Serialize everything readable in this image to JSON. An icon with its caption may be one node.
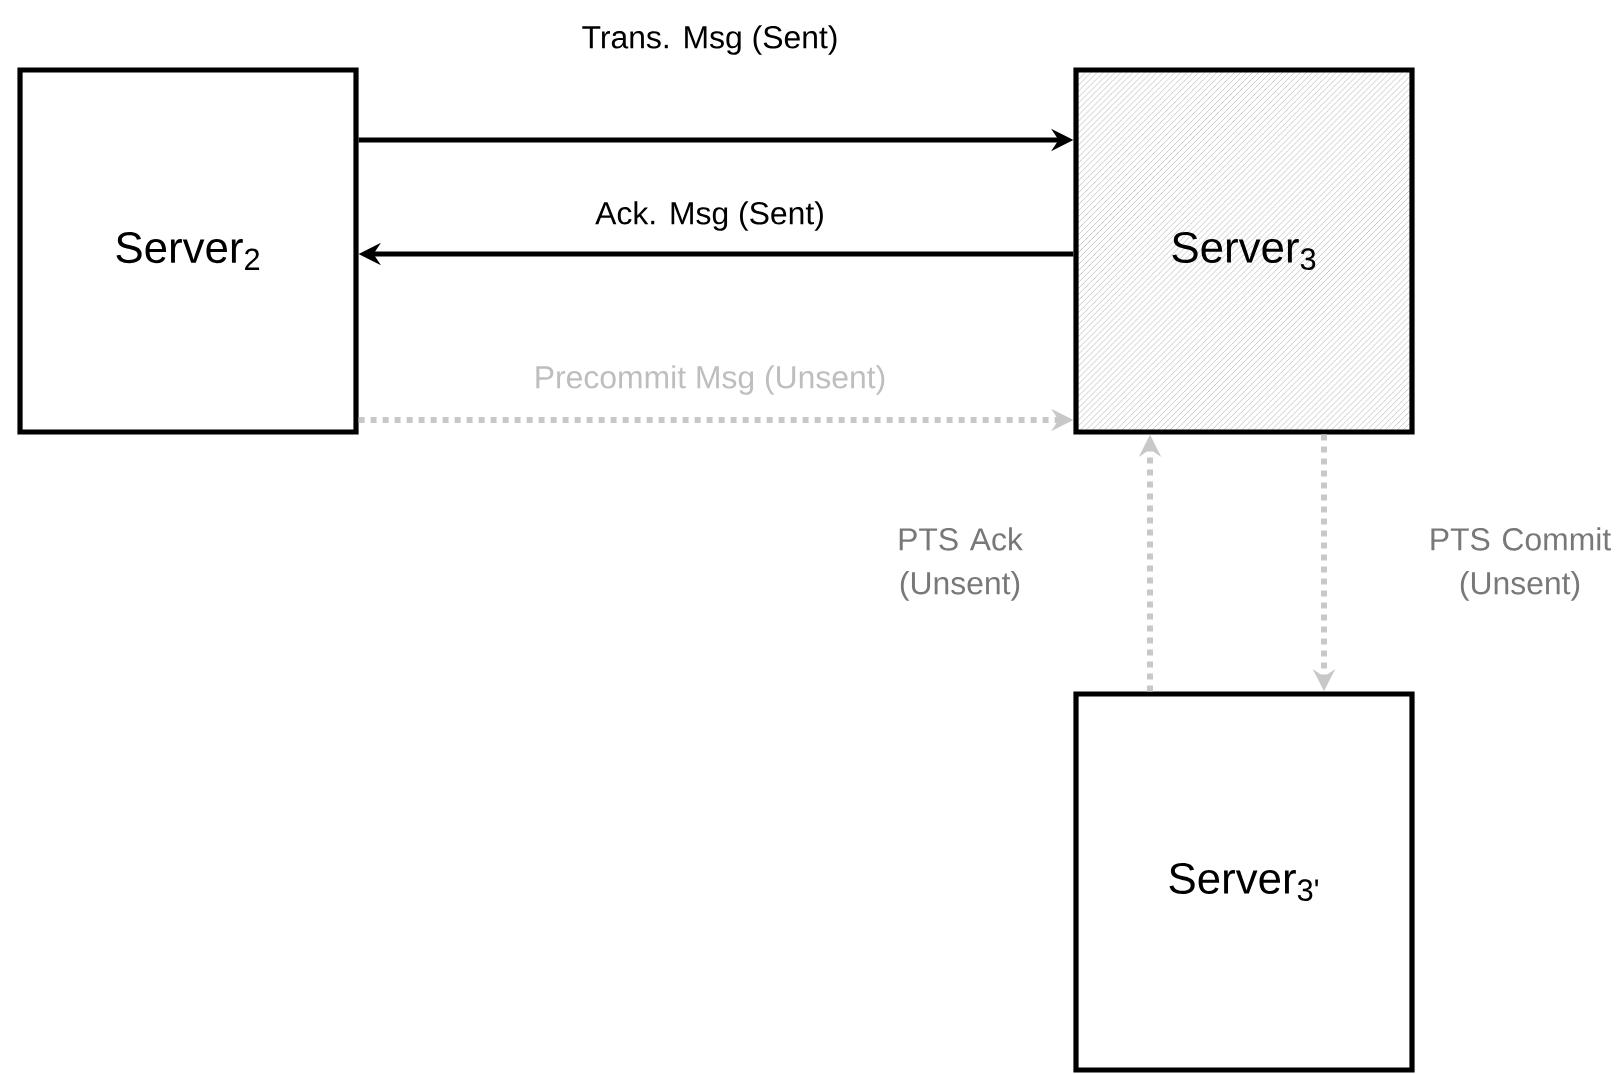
{
  "diagram": {
    "nodes": [
      {
        "text": [
          "Server$_{2}$"
        ]
      },
      {
        "text": [
          "Server$_{3}$"
        ]
      },
      {
        "text": [
          "Server$_{3'}$"
        ]
      }
    ],
    "edges": [
      {
        "from": 0,
        "to": 1,
        "arrow": "to",
        "label": "Trans. Msg (Sent)",
        "color": "#000000"
      },
      {
        "from": 1,
        "to": 0,
        "arrow": "to",
        "label": "Ack. Msg (Sent)",
        "color": "#000000"
      },
      {
        "from": 0,
        "to": 1,
        "arrow": "to",
        "label": "Precommit Msg (Unsent)",
        "style": "dashed",
        "color": "#c8c8c8"
      },
      {
        "from": 2,
        "to": 1,
        "arrow": "to",
        "label": "PTS Ack (Unsent)",
        "style": "dashed",
        "color": "#c8c8c8"
      },
      {
        "from": 1,
        "to": 2,
        "arrow": "to",
        "label": "PTS Commit (Unsent)",
        "style": "dashed",
        "color": "#c8c8c8"
      }
    ]
  }
}
